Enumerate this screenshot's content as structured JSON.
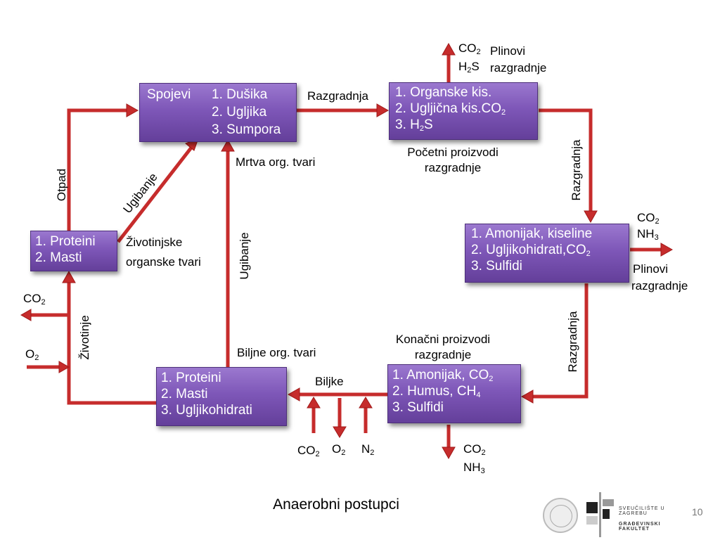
{
  "boxes": {
    "spojevi": {
      "label": "Spojevi",
      "line1": "1. Dušika",
      "line2": "2. Ugljika",
      "line3": "3. Sumpora"
    },
    "organske": {
      "line1": "1. Organske kis.",
      "line2a": "2. Ugljična kis.CO",
      "line3a": "3. H",
      "line3b": "S"
    },
    "amonijak_kiseline": {
      "line1": "1. Amonijak, kiseline",
      "line2a": "2. Ugljikohidrati,CO",
      "line3": "3. Sulfidi"
    },
    "proteini_left": {
      "line1": "1. Proteini",
      "line2": "2. Masti"
    },
    "proteini_bottom": {
      "line1": "1. Proteini",
      "line2": "2. Masti",
      "line3": "3. Ugljikohidrati"
    },
    "amonijak_co2": {
      "line1a": "1. Amonijak, CO",
      "line2a": "2. Humus, CH",
      "line3": "3. Sulfidi"
    }
  },
  "labels": {
    "razgradnja_top": "Razgradnja",
    "razgradnja_right_top": "Razgradnja",
    "razgradnja_right_bottom": "Razgradnja",
    "plinovi_top_1": "Plinovi",
    "plinovi_top_2": "razgradnje",
    "co2_top": "CO",
    "h2s_top_a": "H",
    "h2s_top_b": "S",
    "pocetni_1": "Početni proizvodi",
    "pocetni_2": "razgradnje",
    "co2_right": "CO",
    "nh3_right": "NH",
    "plinovi_right_1": "Plinovi",
    "plinovi_right_2": "razgradnje",
    "mrtva": "Mrtva org. tvari",
    "otpad": "Otpad",
    "ugibanje_diag": "Ugibanje",
    "ugibanje_vert": "Ugibanje",
    "zivotinjske_1": "Životinjske",
    "zivotinjske_2": "organske tvari",
    "co2_left": "CO",
    "o2_left": "O",
    "zivotinje": "Životinje",
    "biljne": "Biljne org. tvari",
    "biljke": "Biljke",
    "konacni_1": "Konačni proizvodi",
    "konacni_2": "razgradnje",
    "co2_bottom": "CO",
    "o2_bottom": "O",
    "n2_bottom": "N",
    "co2_bottom_right": "CO",
    "nh3_bottom_right": "NH",
    "sub2": "2",
    "sub3": "3",
    "sub4": "4"
  },
  "footer": {
    "title": "Anaerobni postupci",
    "page_number": "10",
    "university": "SVEUČILIŠTE U ZAGREBU",
    "faculty": "GRAĐEVINSKI FAKULTET"
  },
  "colors": {
    "box": "#7e57b8",
    "arrow": "#d23a3a"
  }
}
